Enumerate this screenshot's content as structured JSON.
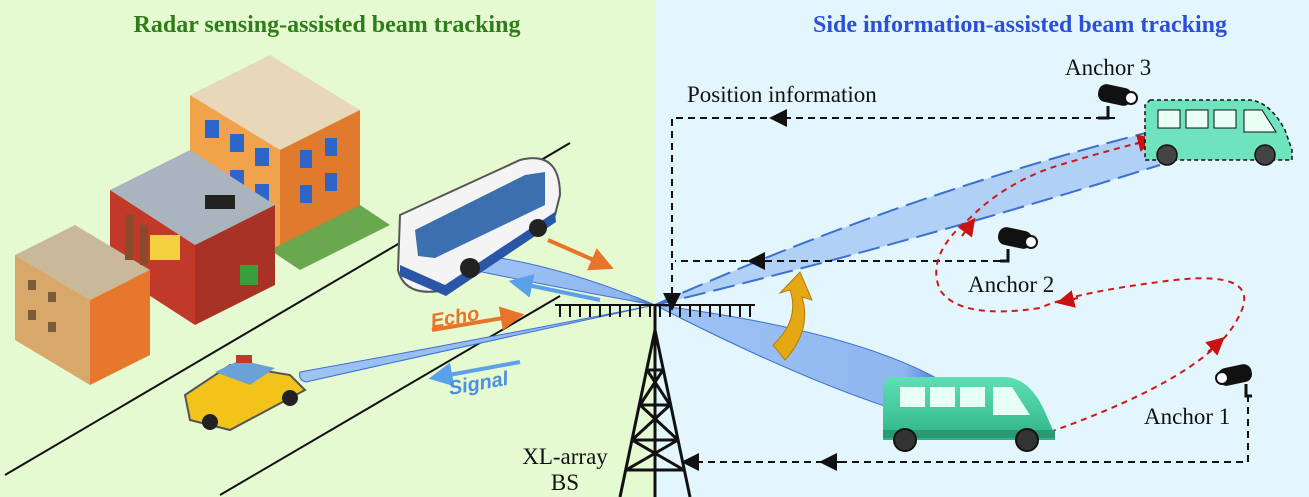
{
  "panels": {
    "left_title": "Radar sensing-assisted beam tracking",
    "right_title": "Side information-assisted beam tracking"
  },
  "labels": {
    "position_information": "Position information",
    "anchor_1": "Anchor 1",
    "anchor_2": "Anchor 2",
    "anchor_3": "Anchor 3",
    "echo": "Echo",
    "signal": "Signal",
    "bs_line1": "XL-array",
    "bs_line2": "BS"
  },
  "colors": {
    "left_background": "#e6fad2",
    "right_background": "#e3f6fd",
    "beam": "#9ec3f4",
    "echo_arrow": "#e8742a",
    "signal_arrow": "#5aa0ea",
    "trajectory": "#d01818",
    "rotation_arrow": "#e6a715",
    "van": "#3cc99b"
  }
}
